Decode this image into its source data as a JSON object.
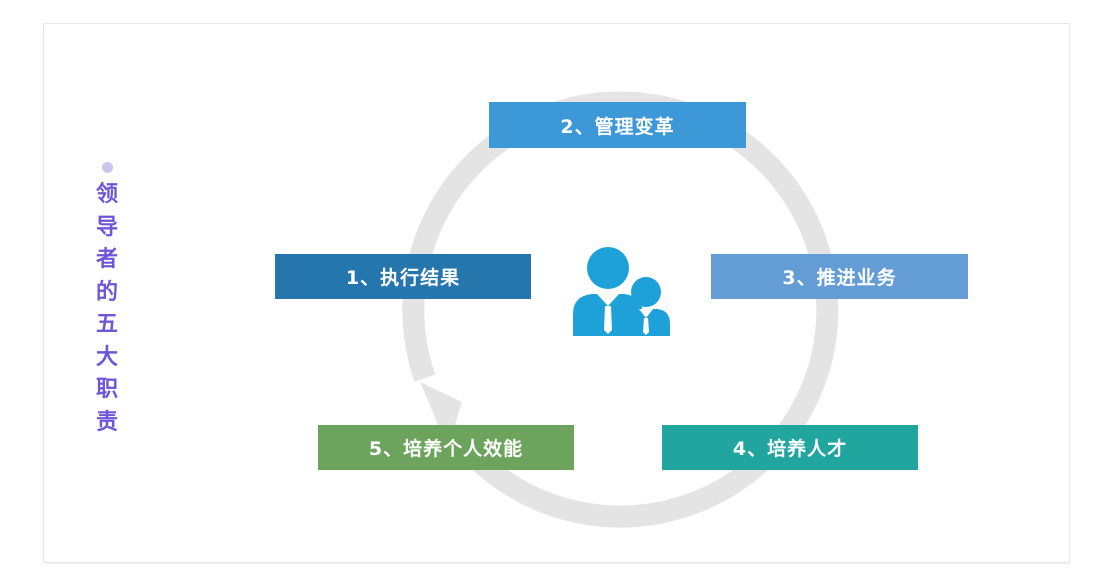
{
  "side_title": {
    "chars": [
      "领",
      "导",
      "者",
      "的",
      "五",
      "大",
      "职",
      "责"
    ]
  },
  "steps": {
    "step1": "1、执行结果",
    "step2": "2、管理变革",
    "step3": "3、推进业务",
    "step4": "4、培养人才",
    "step5": "5、培养个人效能"
  },
  "icons": {
    "center": "people-icon",
    "cycle": "cycle-arrow-icon"
  },
  "colors": {
    "step1": "#2676ae",
    "step2": "#3c98d6",
    "step3": "#649dd6",
    "step4": "#21a59f",
    "step5": "#6ca35d",
    "icon": "#1ea1d9",
    "side_title": "#6d57d8",
    "cycle": "#e4e4e4"
  }
}
